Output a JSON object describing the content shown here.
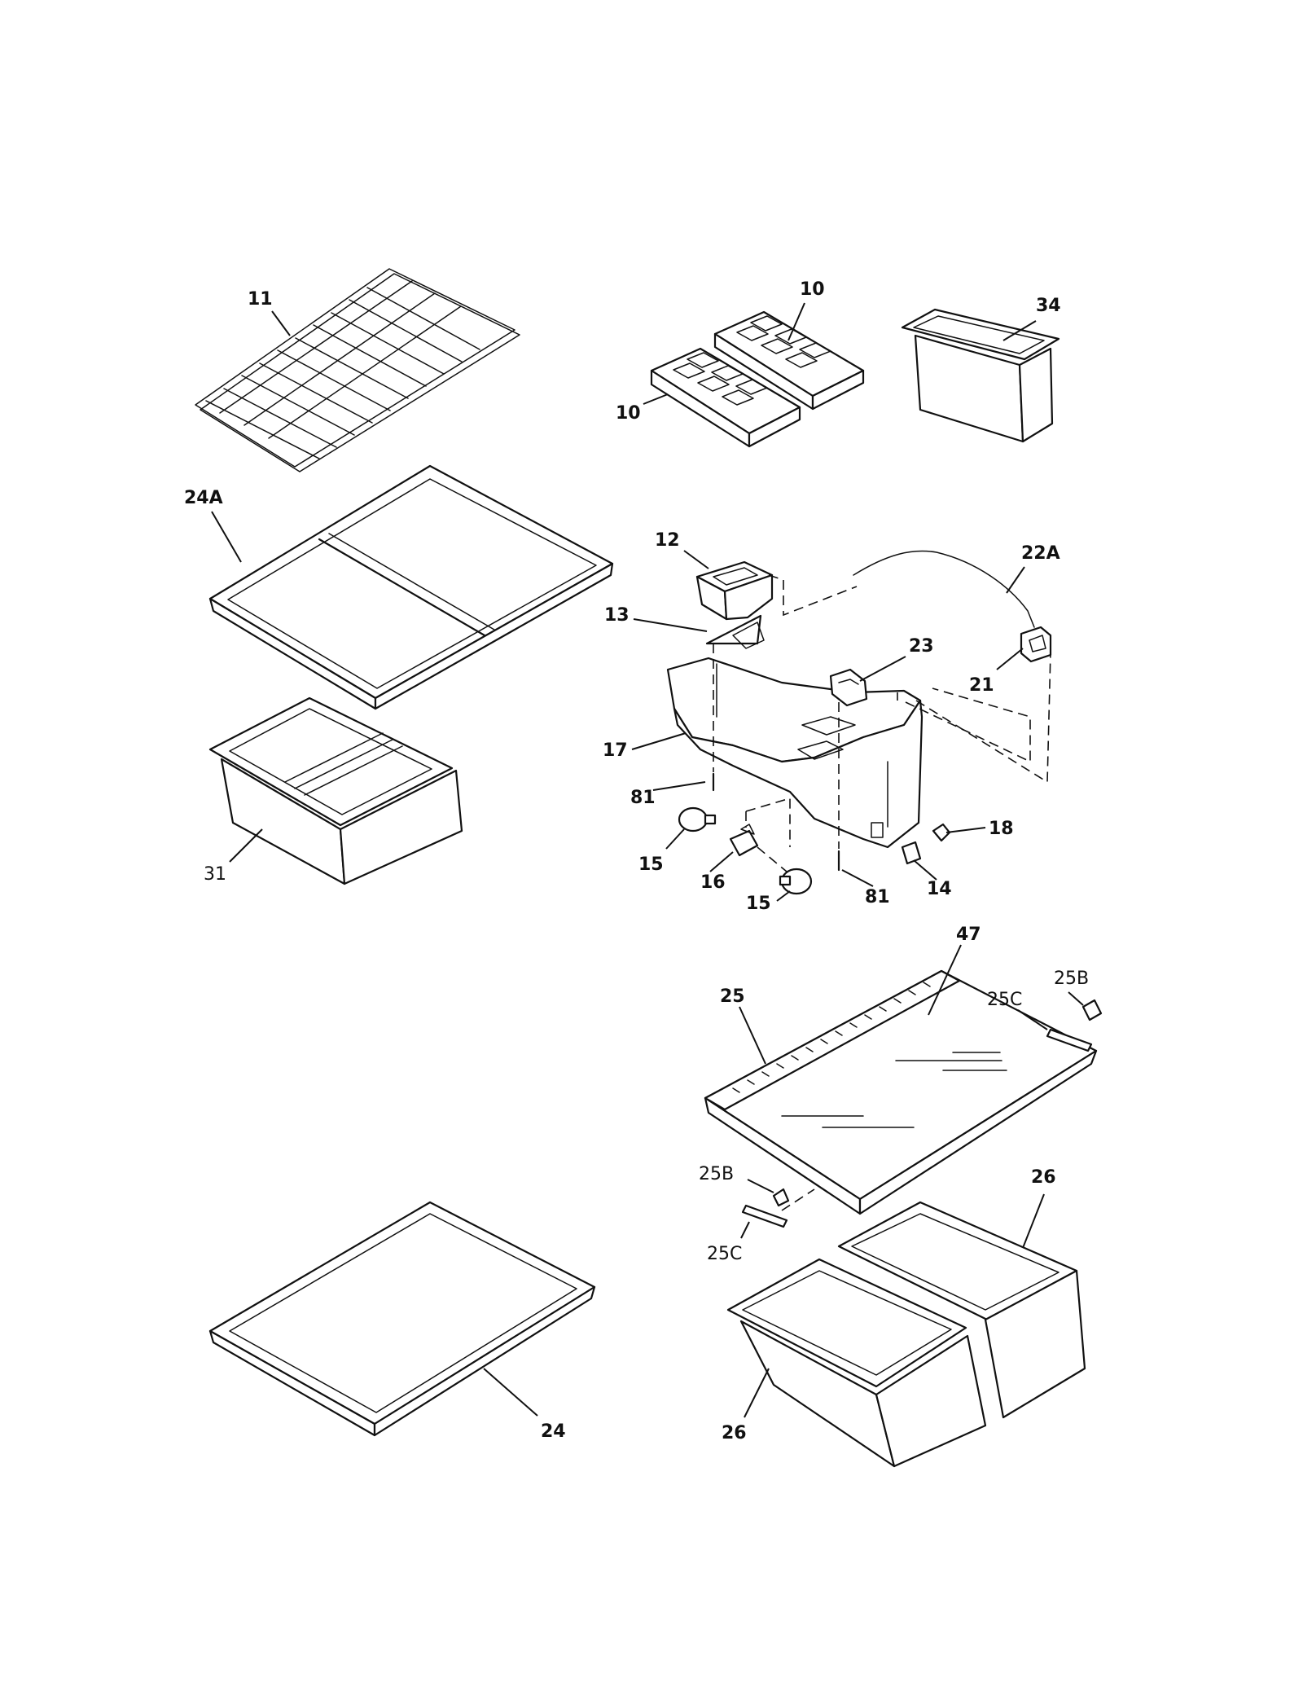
{
  "diagram": {
    "callouts": {
      "c11": "11",
      "c10a": "10",
      "c10b": "10",
      "c34": "34",
      "c24A": "24A",
      "c12": "12",
      "c22A": "22A",
      "c13": "13",
      "c23": "23",
      "c21": "21",
      "c17": "17",
      "c81a": "81",
      "c18": "18",
      "c15a": "15",
      "c16": "16",
      "c14": "14",
      "c15b": "15",
      "c81b": "81",
      "c31": "31",
      "c47": "47",
      "c25": "25",
      "c25C_top": "25C",
      "c25B_top": "25B",
      "c25B_bottom": "25B",
      "c25C_bottom": "25C",
      "c26a": "26",
      "c26b": "26",
      "c24": "24"
    }
  }
}
